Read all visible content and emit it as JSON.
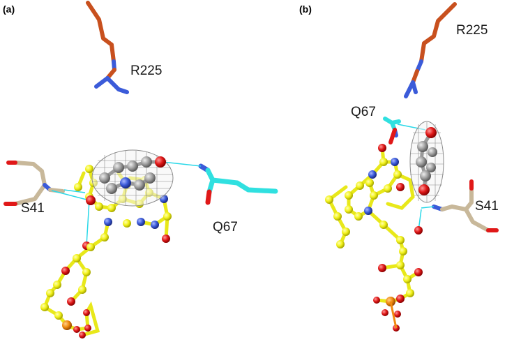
{
  "figure": {
    "panels": [
      {
        "id": "a",
        "label": "(a)",
        "residues": [
          "R225",
          "S41",
          "Q67"
        ]
      },
      {
        "id": "b",
        "label": "(b)",
        "residues": [
          "R225",
          "Q67",
          "S41"
        ]
      }
    ],
    "colors": {
      "arginine_carbon": "#c8501e",
      "nitrogen": "#3b5bd9",
      "oxygen": "#e01818",
      "serine_carbon": "#c8b89a",
      "glutamine_carbon": "#30e0e0",
      "flavin_carbon": "#f2f21a",
      "phosphorus": "#f08a10",
      "ligand_carbon": "#9a9a9a",
      "hbond": "#29d8e8",
      "density_mesh": "#8a8a8a"
    },
    "icons": [
      "molecular-stick-model",
      "ball-and-stick-ligand",
      "electron-density-mesh"
    ]
  }
}
